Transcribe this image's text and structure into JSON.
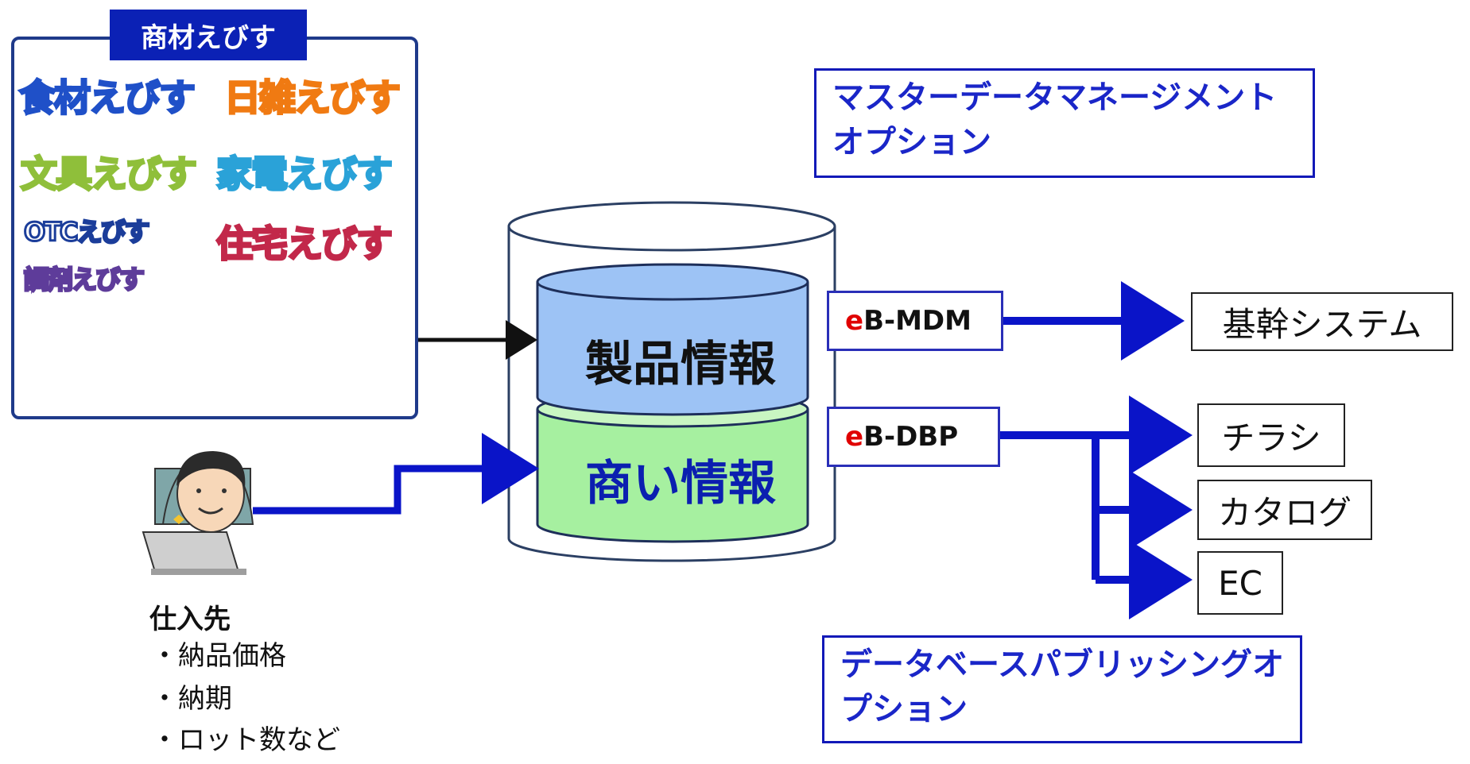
{
  "catalog": {
    "title": "商材えびす",
    "brands": [
      "食材えびす",
      "日雑えびす",
      "文具えびす",
      "家電えびす",
      "OTCえびす",
      "住宅えびす",
      "調剤えびす"
    ]
  },
  "options": {
    "mdm": "マスターデータマネージメントオプション",
    "dbp": "データベースパブリッシングオプション"
  },
  "database": {
    "product_info": "製品情報",
    "trade_info": "商い情報"
  },
  "modules": {
    "mdm_prefix": "e",
    "mdm_name": "B-MDM",
    "dbp_prefix": "e",
    "dbp_name": "B-DBP"
  },
  "targets": {
    "core_system": "基幹システム",
    "flyer": "チラシ",
    "catalog": "カタログ",
    "ec": "EC"
  },
  "supplier": {
    "title": "仕入先",
    "items": [
      "・納品価格",
      "・納期",
      "・ロット数など"
    ]
  },
  "colors": {
    "arrow_blue": "#0a14c8",
    "title_bg": "#0b21b5",
    "product_db": "#9dc3f5",
    "trade_db": "#a6f0a0",
    "accent_red": "#e00000"
  }
}
